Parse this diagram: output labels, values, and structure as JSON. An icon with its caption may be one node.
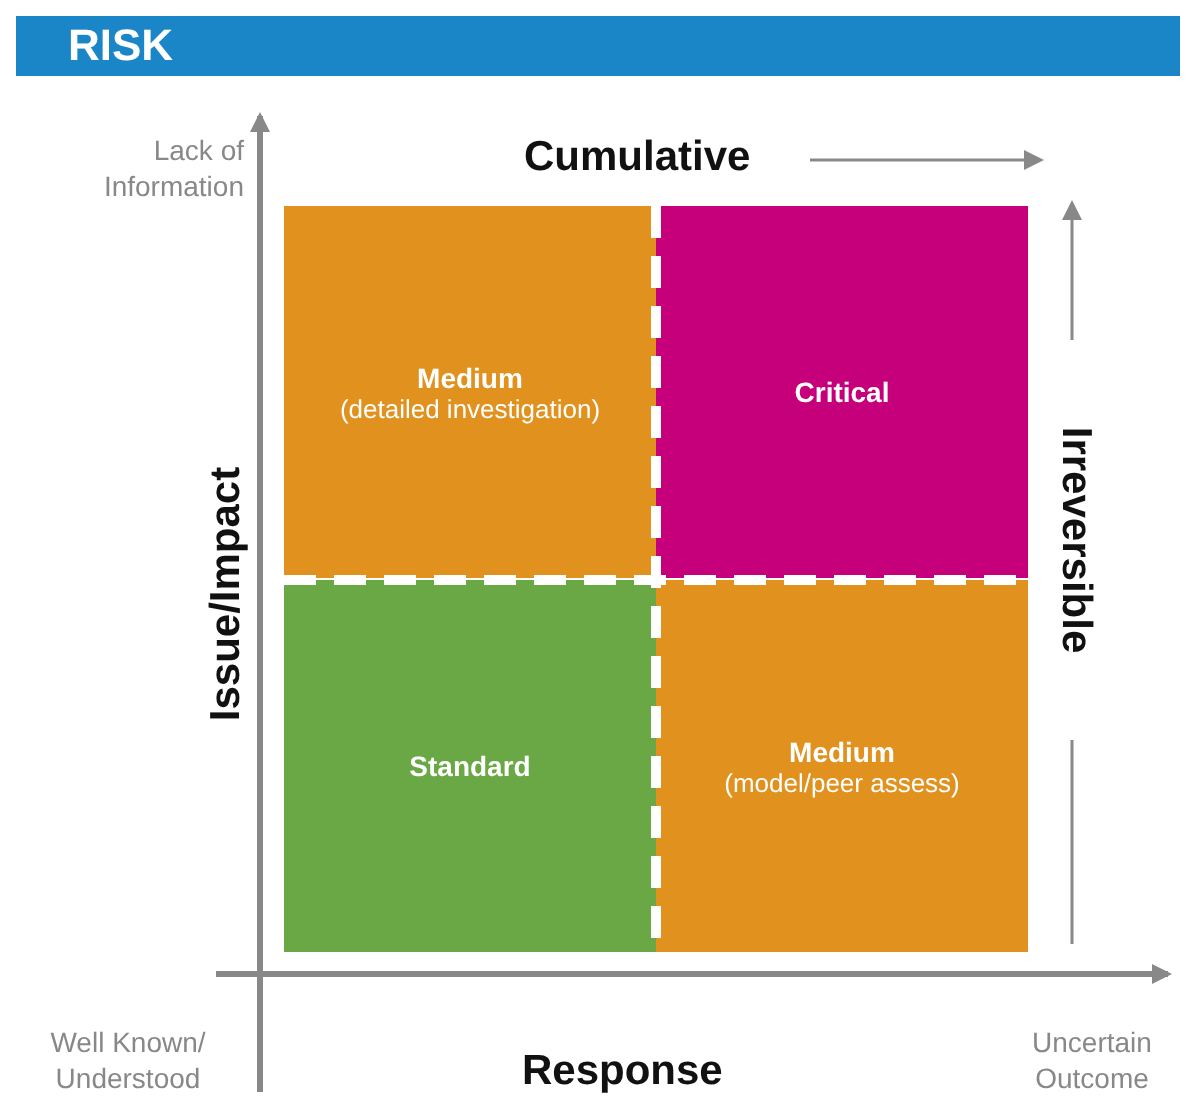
{
  "diagram": {
    "title": "RISK",
    "nodes": [
      {
        "text": [
          "Medium",
          "(detailed investigation)"
        ]
      },
      {
        "text": [
          "Critical"
        ]
      },
      {
        "text": [
          "Standard"
        ]
      },
      {
        "text": [
          "Medium",
          "(model/peer assess)"
        ]
      }
    ],
    "edges": [],
    "labels": [
      "Lack of Information",
      "Cumulative",
      "Issue/Impact",
      "Irreversible",
      "Well Known/ Understood",
      "Response",
      "Uncertain Outcome"
    ]
  }
}
